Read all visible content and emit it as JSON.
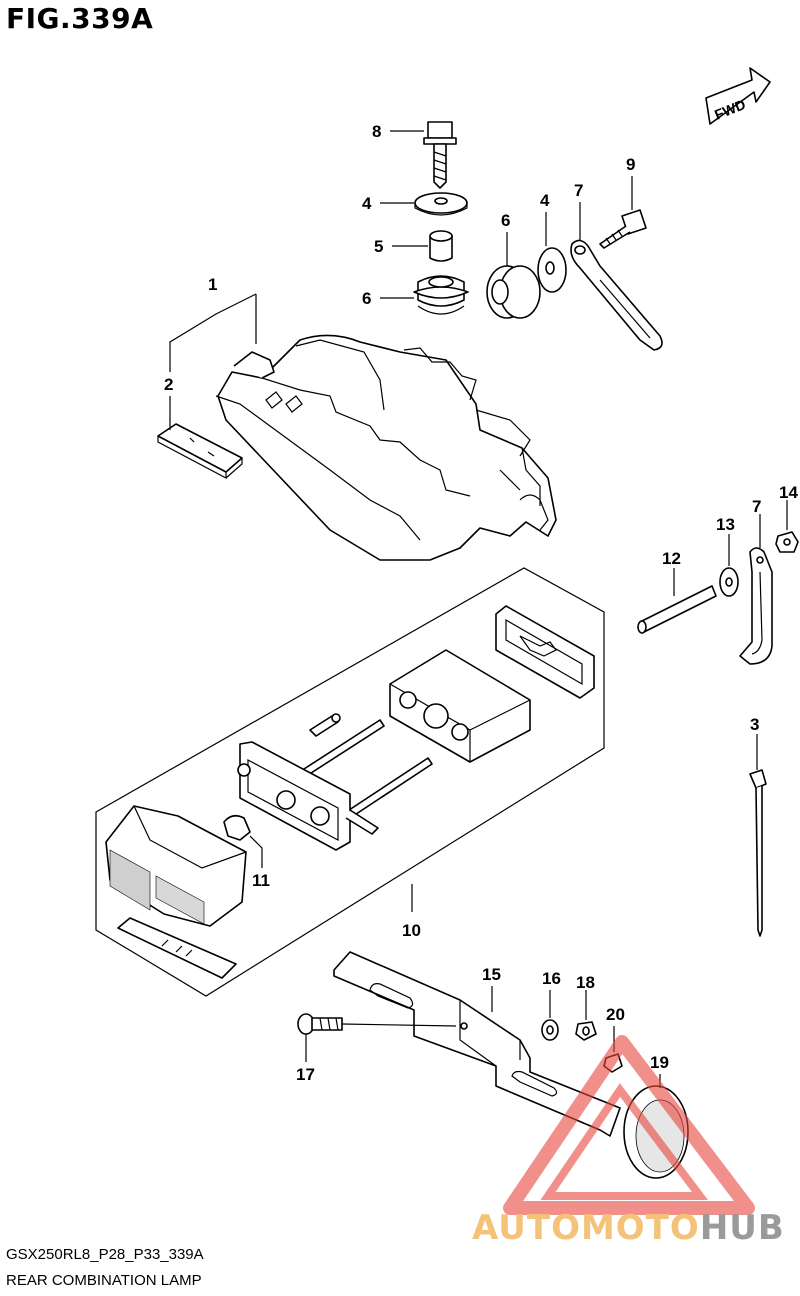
{
  "figure_title": "FIG.339A",
  "footer_code": "GSX250RL8_P28_P33_339A",
  "footer_name": "REAR COMBINATION LAMP",
  "fwd_label": "FWD",
  "watermark": {
    "part_a": "AUTOMOTO",
    "part_b": "HUB"
  },
  "callouts": {
    "c1": "1",
    "c2": "2",
    "c3": "3",
    "c4a": "4",
    "c4b": "4",
    "c5": "5",
    "c6a": "6",
    "c6b": "6",
    "c7a": "7",
    "c7b": "7",
    "c8": "8",
    "c9": "9",
    "c10": "10",
    "c11": "11",
    "c12": "12",
    "c13": "13",
    "c14": "14",
    "c15": "15",
    "c16": "16",
    "c17": "17",
    "c18": "18",
    "c19": "19",
    "c20": "20"
  },
  "colors": {
    "line": "#000000",
    "watermark_red": "#e8473f",
    "watermark_orange": "#f5c27a",
    "watermark_gray": "#9a9a9a"
  }
}
